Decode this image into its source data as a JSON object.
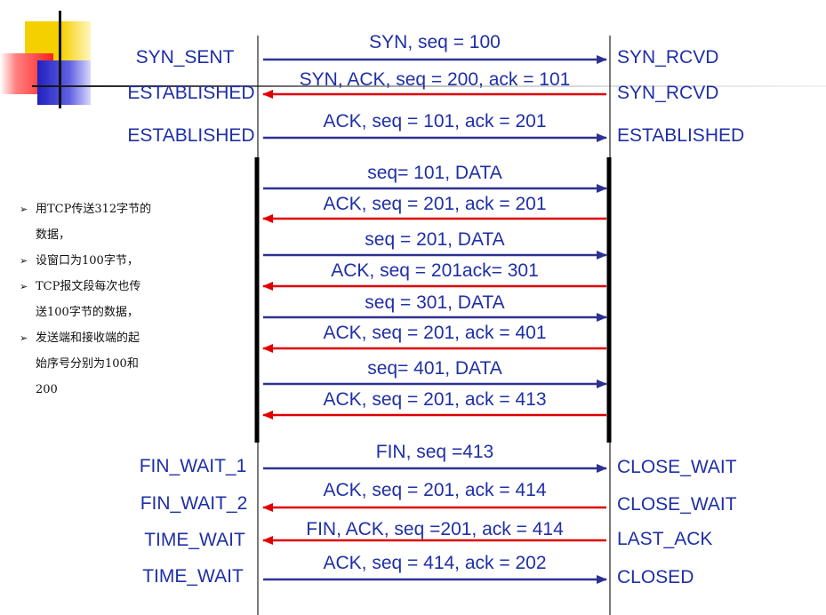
{
  "colors": {
    "blue": "#2e3192",
    "red": "#e00000",
    "text": "#1f2fa6"
  },
  "client_states": [
    "SYN_SENT",
    "ESTABLISHED",
    "ESTABLISHED",
    "FIN_WAIT_1",
    "FIN_WAIT_2",
    "TIME_WAIT",
    "TIME_WAIT"
  ],
  "server_states": [
    "SYN_RCVD",
    "SYN_RCVD",
    "ESTABLISHED",
    "CLOSE_WAIT",
    "CLOSE_WAIT",
    "LAST_ACK",
    "CLOSED"
  ],
  "messages": [
    {
      "label": "SYN, seq = 100",
      "direction": "right"
    },
    {
      "label": "SYN, ACK, seq = 200, ack = 101",
      "direction": "left"
    },
    {
      "label": "ACK, seq = 101, ack = 201",
      "direction": "right"
    },
    {
      "label": "seq= 101, DATA",
      "direction": "right"
    },
    {
      "label": "ACK, seq = 201, ack = 201",
      "direction": "left"
    },
    {
      "label": "seq = 201, DATA",
      "direction": "right"
    },
    {
      "label": "ACK, seq = 201ack= 301",
      "direction": "left"
    },
    {
      "label": "seq = 301, DATA",
      "direction": "right"
    },
    {
      "label": "ACK, seq = 201, ack = 401",
      "direction": "left"
    },
    {
      "label": "seq= 401, DATA",
      "direction": "right"
    },
    {
      "label": "ACK, seq = 201, ack = 413",
      "direction": "left"
    },
    {
      "label": "FIN, seq =413",
      "direction": "right"
    },
    {
      "label": "ACK, seq = 201, ack = 414",
      "direction": "left"
    },
    {
      "label": "FIN, ACK, seq =201, ack = 414",
      "direction": "left"
    },
    {
      "label": "ACK, seq = 414, ack = 202",
      "direction": "right"
    }
  ],
  "notes": [
    "用TCP传送312字节的",
    "数据，",
    "设窗口为100字节，",
    "TCP报文段每次也传",
    "送100字节的数据，",
    "发送端和接收端的起",
    "始序号分别为100和",
    "200"
  ]
}
